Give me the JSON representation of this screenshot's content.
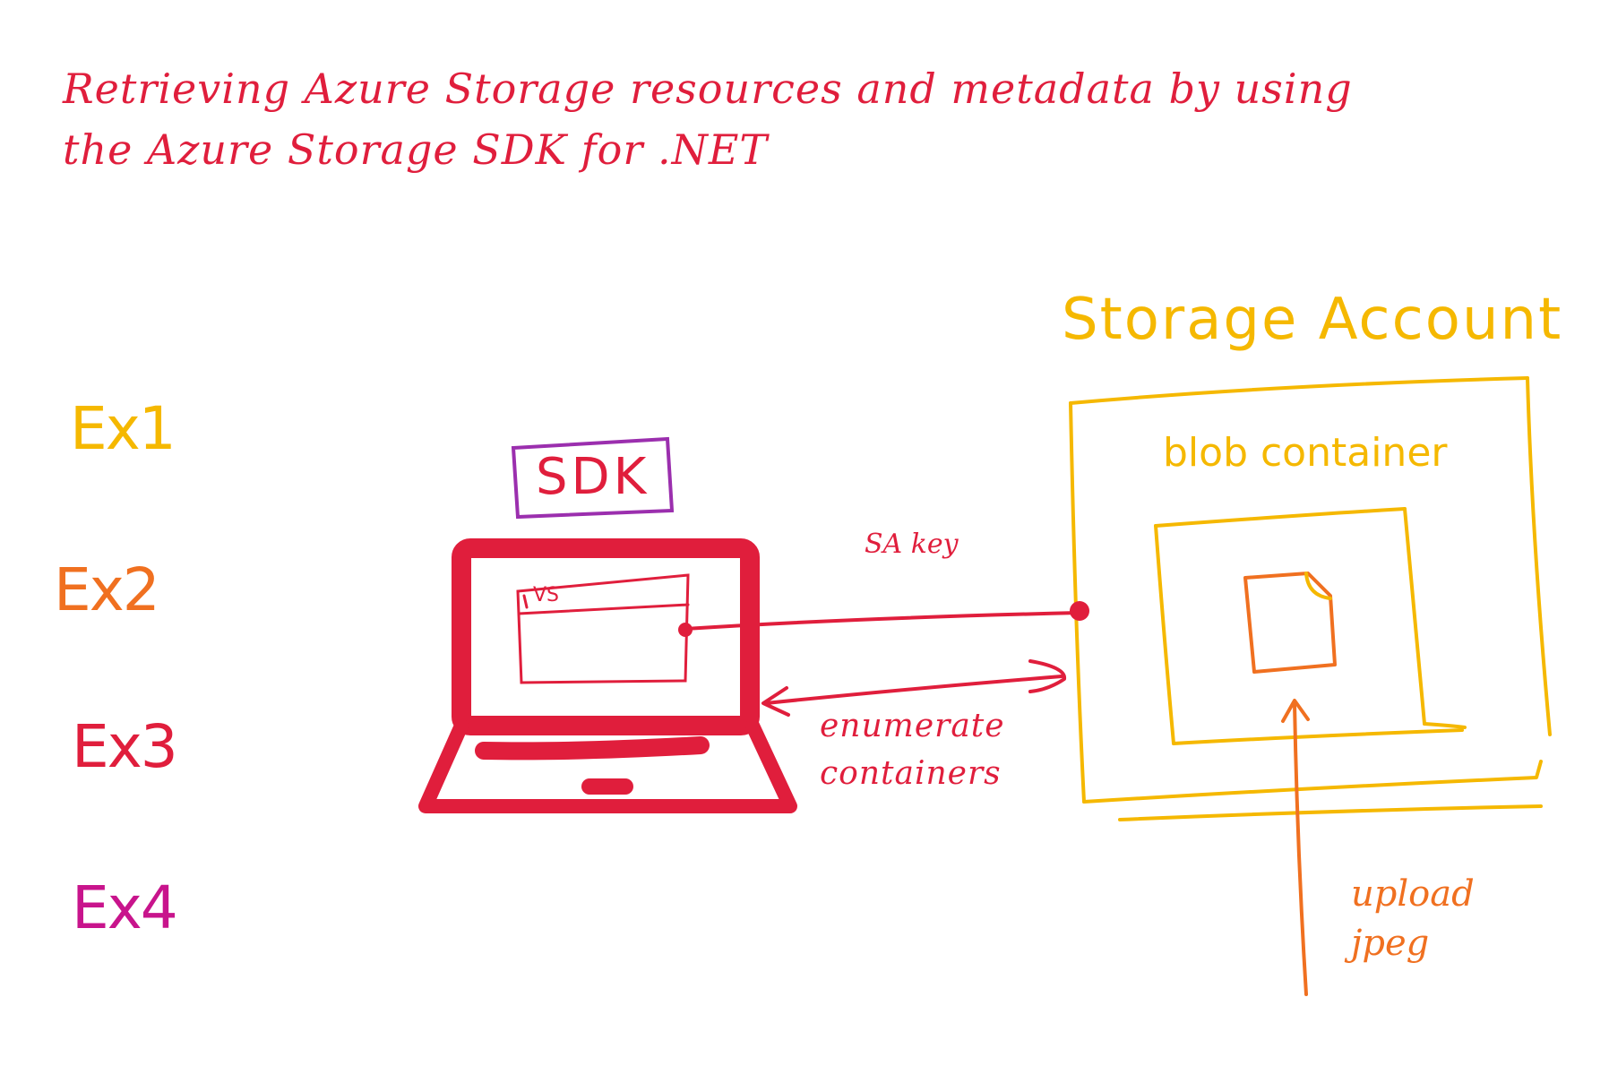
{
  "title": {
    "line1": "Retrieving Azure Storage resources and metadata by using",
    "line2": "the Azure Storage SDK for .NET"
  },
  "exercises": [
    {
      "label": "Ex1",
      "color": "#f5b800"
    },
    {
      "label": "Ex2",
      "color": "#f07020"
    },
    {
      "label": "Ex3",
      "color": "#e01e3c"
    },
    {
      "label": "Ex4",
      "color": "#c8148c"
    }
  ],
  "sdk_label": "SDK",
  "vs_label": "VS",
  "storage_account_label": "Storage Account",
  "blob_container_label": "blob container",
  "sa_key_label": "SA key",
  "enumerate_label": {
    "line1": "enumerate",
    "line2": "containers"
  },
  "upload_label": {
    "line1": "upload",
    "line2": "jpeg"
  },
  "colors": {
    "red": "#e01e3c",
    "yellow": "#f5b800",
    "orange": "#f07020",
    "purple": "#9b2fae",
    "magenta": "#c8148c"
  },
  "icons": {
    "laptop": "laptop-icon",
    "file": "file-icon"
  }
}
